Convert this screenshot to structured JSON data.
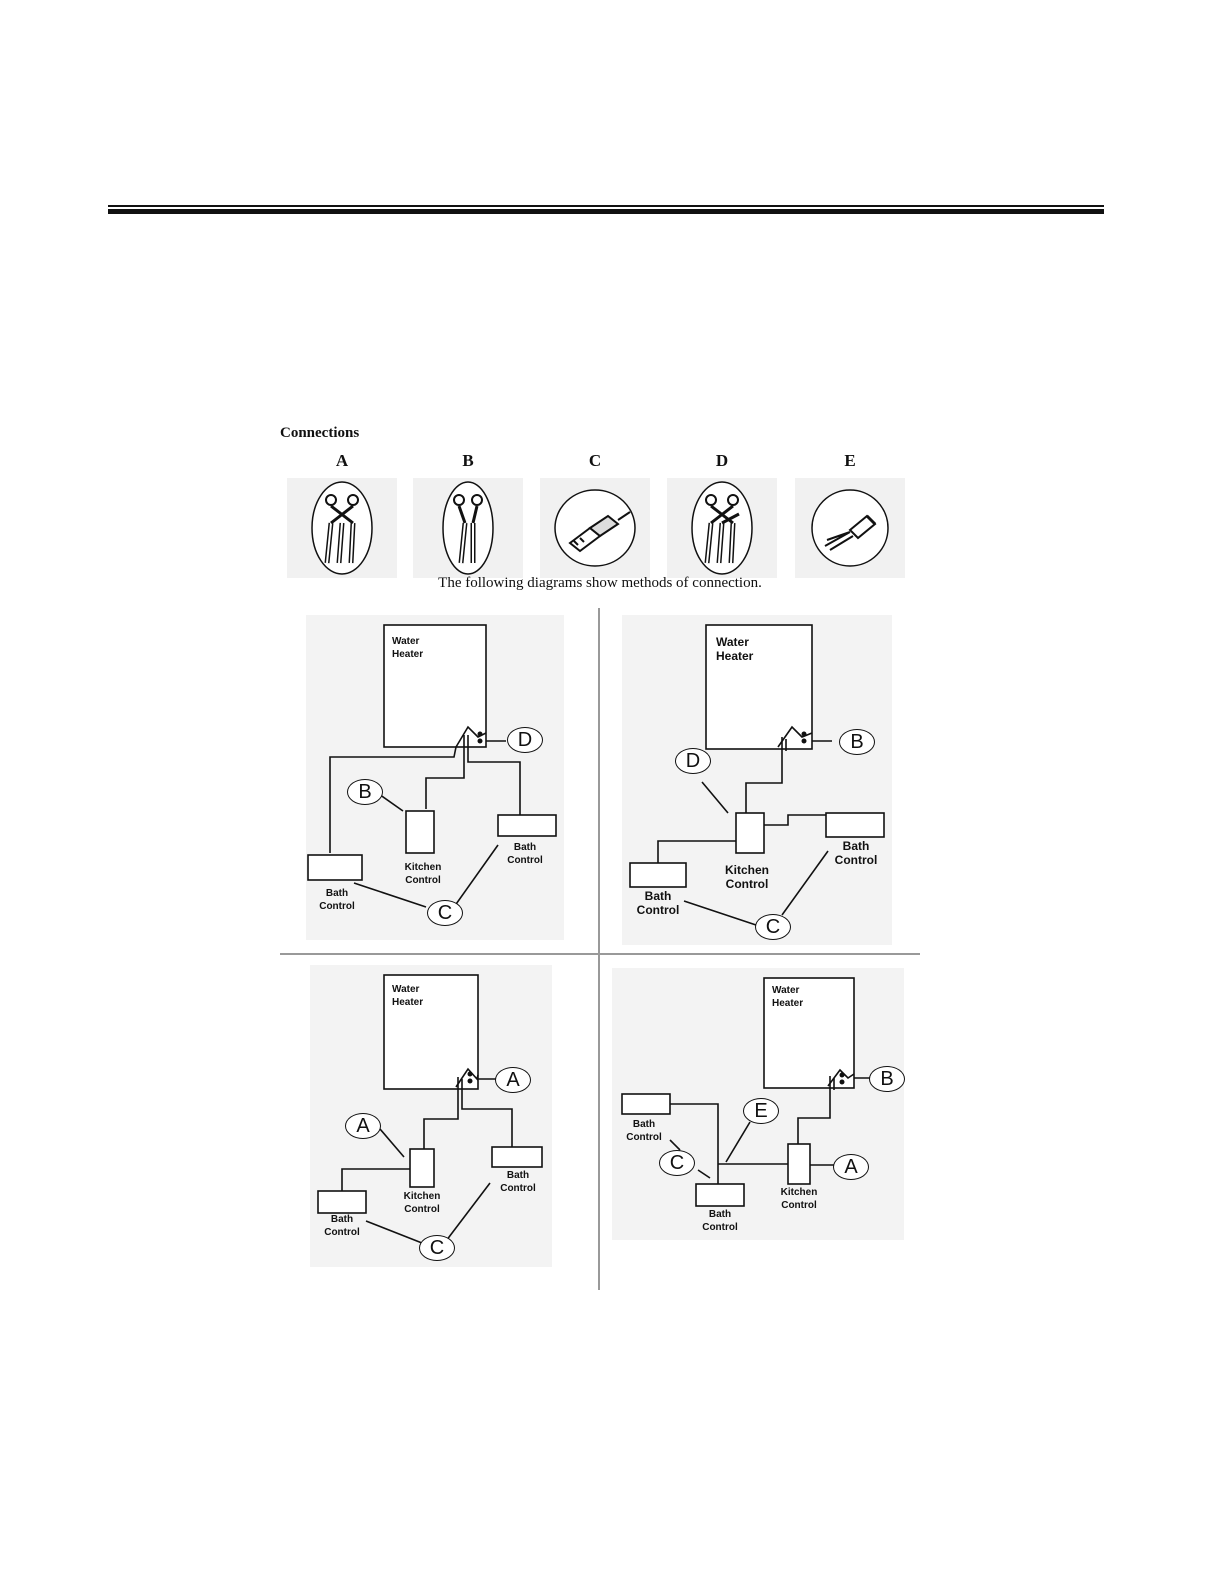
{
  "heading": "Connections",
  "connection_types": [
    {
      "letter": "A",
      "icon": "two-wire-twisted-pair-icon"
    },
    {
      "letter": "B",
      "icon": "single-wire-pair-icon"
    },
    {
      "letter": "C",
      "icon": "plug-connector-icon"
    },
    {
      "letter": "D",
      "icon": "three-wire-twisted-icon"
    },
    {
      "letter": "E",
      "icon": "splice-connector-icon"
    }
  ],
  "caption": "The following diagrams show methods of connection.",
  "diagrams": [
    {
      "water_heater": [
        "Water",
        "Heater"
      ],
      "kitchen_control": [
        "Kitchen",
        "Control"
      ],
      "bath_control_1": [
        "Bath",
        "Control"
      ],
      "bath_control_2": [
        "Bath",
        "Control"
      ],
      "callouts": [
        "D",
        "B",
        "C"
      ]
    },
    {
      "water_heater": [
        "Water",
        "Heater"
      ],
      "kitchen_control": [
        "Kitchen",
        "Control"
      ],
      "bath_control_1": [
        "Bath",
        "Control"
      ],
      "bath_control_2": [
        "Bath",
        "Control"
      ],
      "callouts": [
        "B",
        "D",
        "C"
      ]
    },
    {
      "water_heater": [
        "Water",
        "Heater"
      ],
      "kitchen_control": [
        "Kitchen",
        "Control"
      ],
      "bath_control_1": [
        "Bath",
        "Control"
      ],
      "bath_control_2": [
        "Bath",
        "Control"
      ],
      "callouts": [
        "A",
        "A",
        "C"
      ]
    },
    {
      "water_heater": [
        "Water",
        "Heater"
      ],
      "kitchen_control": [
        "Kitchen",
        "Control"
      ],
      "bath_control_1": [
        "Bath",
        "Control"
      ],
      "bath_control_2": [
        "Bath",
        "Control"
      ],
      "callouts": [
        "B",
        "E",
        "A",
        "C"
      ]
    }
  ]
}
